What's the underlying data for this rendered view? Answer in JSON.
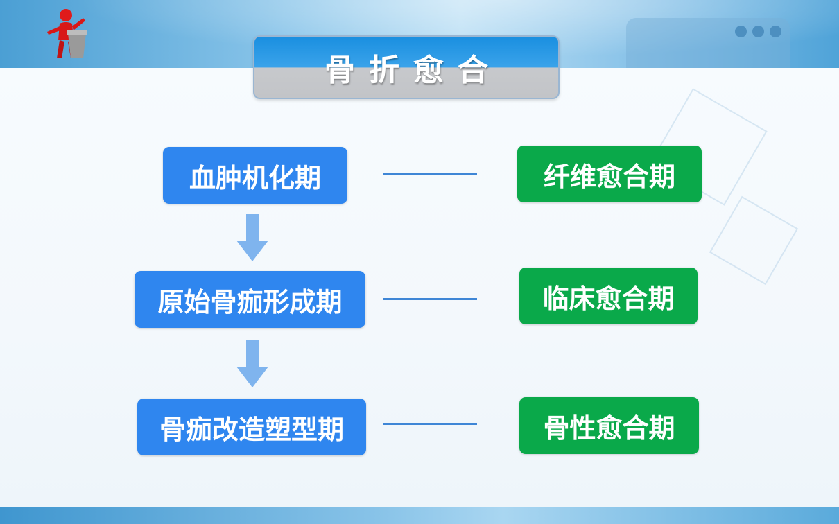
{
  "title": "骨折愈合",
  "stages_left": [
    "血肿机化期",
    "原始骨痂形成期",
    "骨痂改造塑型期"
  ],
  "stages_right": [
    "纤维愈合期",
    "临床愈合期",
    "骨性愈合期"
  ],
  "colors": {
    "left_box": "#2f86ef",
    "right_box": "#0aa94a",
    "arrow": "#7fb4ee",
    "connector": "#3f86d6"
  },
  "icons": {
    "presenter": "presenter-podium-icon",
    "arrow": "arrow-down-icon"
  }
}
